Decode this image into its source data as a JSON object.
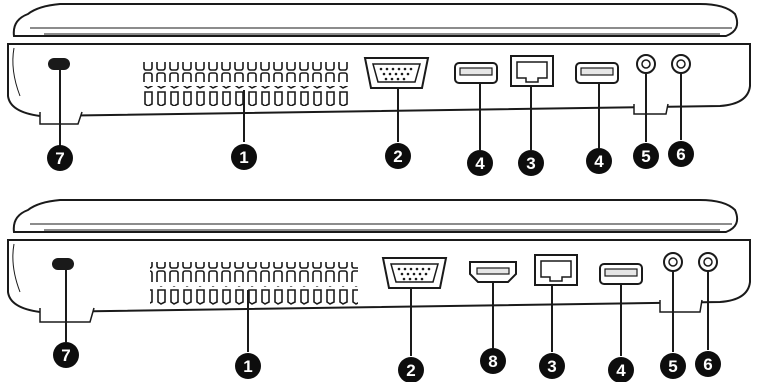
{
  "diagrams": [
    {
      "name": "top",
      "callouts": [
        "7",
        "1",
        "2",
        "4",
        "3",
        "4",
        "5",
        "6"
      ]
    },
    {
      "name": "bottom",
      "callouts": [
        "7",
        "1",
        "2",
        "8",
        "3",
        "4",
        "5",
        "6"
      ]
    }
  ],
  "colors": {
    "outline": "#1a1a1a",
    "callout_fill": "#0d0d0d",
    "callout_text": "#ffffff",
    "port_fill": "#e6e6e6"
  }
}
